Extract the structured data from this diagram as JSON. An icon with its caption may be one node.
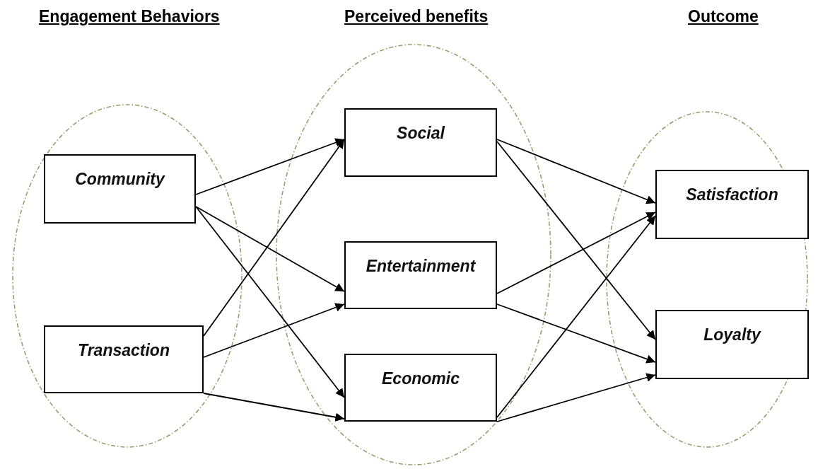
{
  "diagram": {
    "nodes": [
      {
        "text": [],
        "shape": "ellipse"
      },
      {
        "text": [],
        "shape": "ellipse"
      },
      {
        "text": [],
        "shape": "ellipse"
      },
      {
        "text": [
          "Community"
        ],
        "in": 0
      },
      {
        "text": [
          "Transaction"
        ],
        "in": 0
      },
      {
        "text": [
          "Social"
        ],
        "in": 1
      },
      {
        "text": [
          "Entertainment"
        ],
        "in": 1
      },
      {
        "text": [
          "Economic"
        ],
        "in": 1
      },
      {
        "text": [
          "Satisfaction"
        ],
        "in": 2
      },
      {
        "text": [
          "Loyalty"
        ],
        "in": 2
      }
    ],
    "edges": [
      {
        "from": 3,
        "to": 5,
        "arrow": "to"
      },
      {
        "from": 3,
        "to": 6,
        "arrow": "to"
      },
      {
        "from": 3,
        "to": 7,
        "arrow": "to"
      },
      {
        "from": 4,
        "to": 5,
        "arrow": "to"
      },
      {
        "from": 4,
        "to": 6,
        "arrow": "to"
      },
      {
        "from": 4,
        "to": 7,
        "arrow": "to"
      },
      {
        "from": 5,
        "to": 8,
        "arrow": "to"
      },
      {
        "from": 5,
        "to": 9,
        "arrow": "to"
      },
      {
        "from": 6,
        "to": 8,
        "arrow": "to"
      },
      {
        "from": 6,
        "to": 9,
        "arrow": "to"
      },
      {
        "from": 7,
        "to": 8,
        "arrow": "to"
      },
      {
        "from": 7,
        "to": 9,
        "arrow": "to"
      }
    ],
    "labels": [
      "Engagement Behaviors",
      "Perceived benefits",
      "Outcome"
    ]
  }
}
